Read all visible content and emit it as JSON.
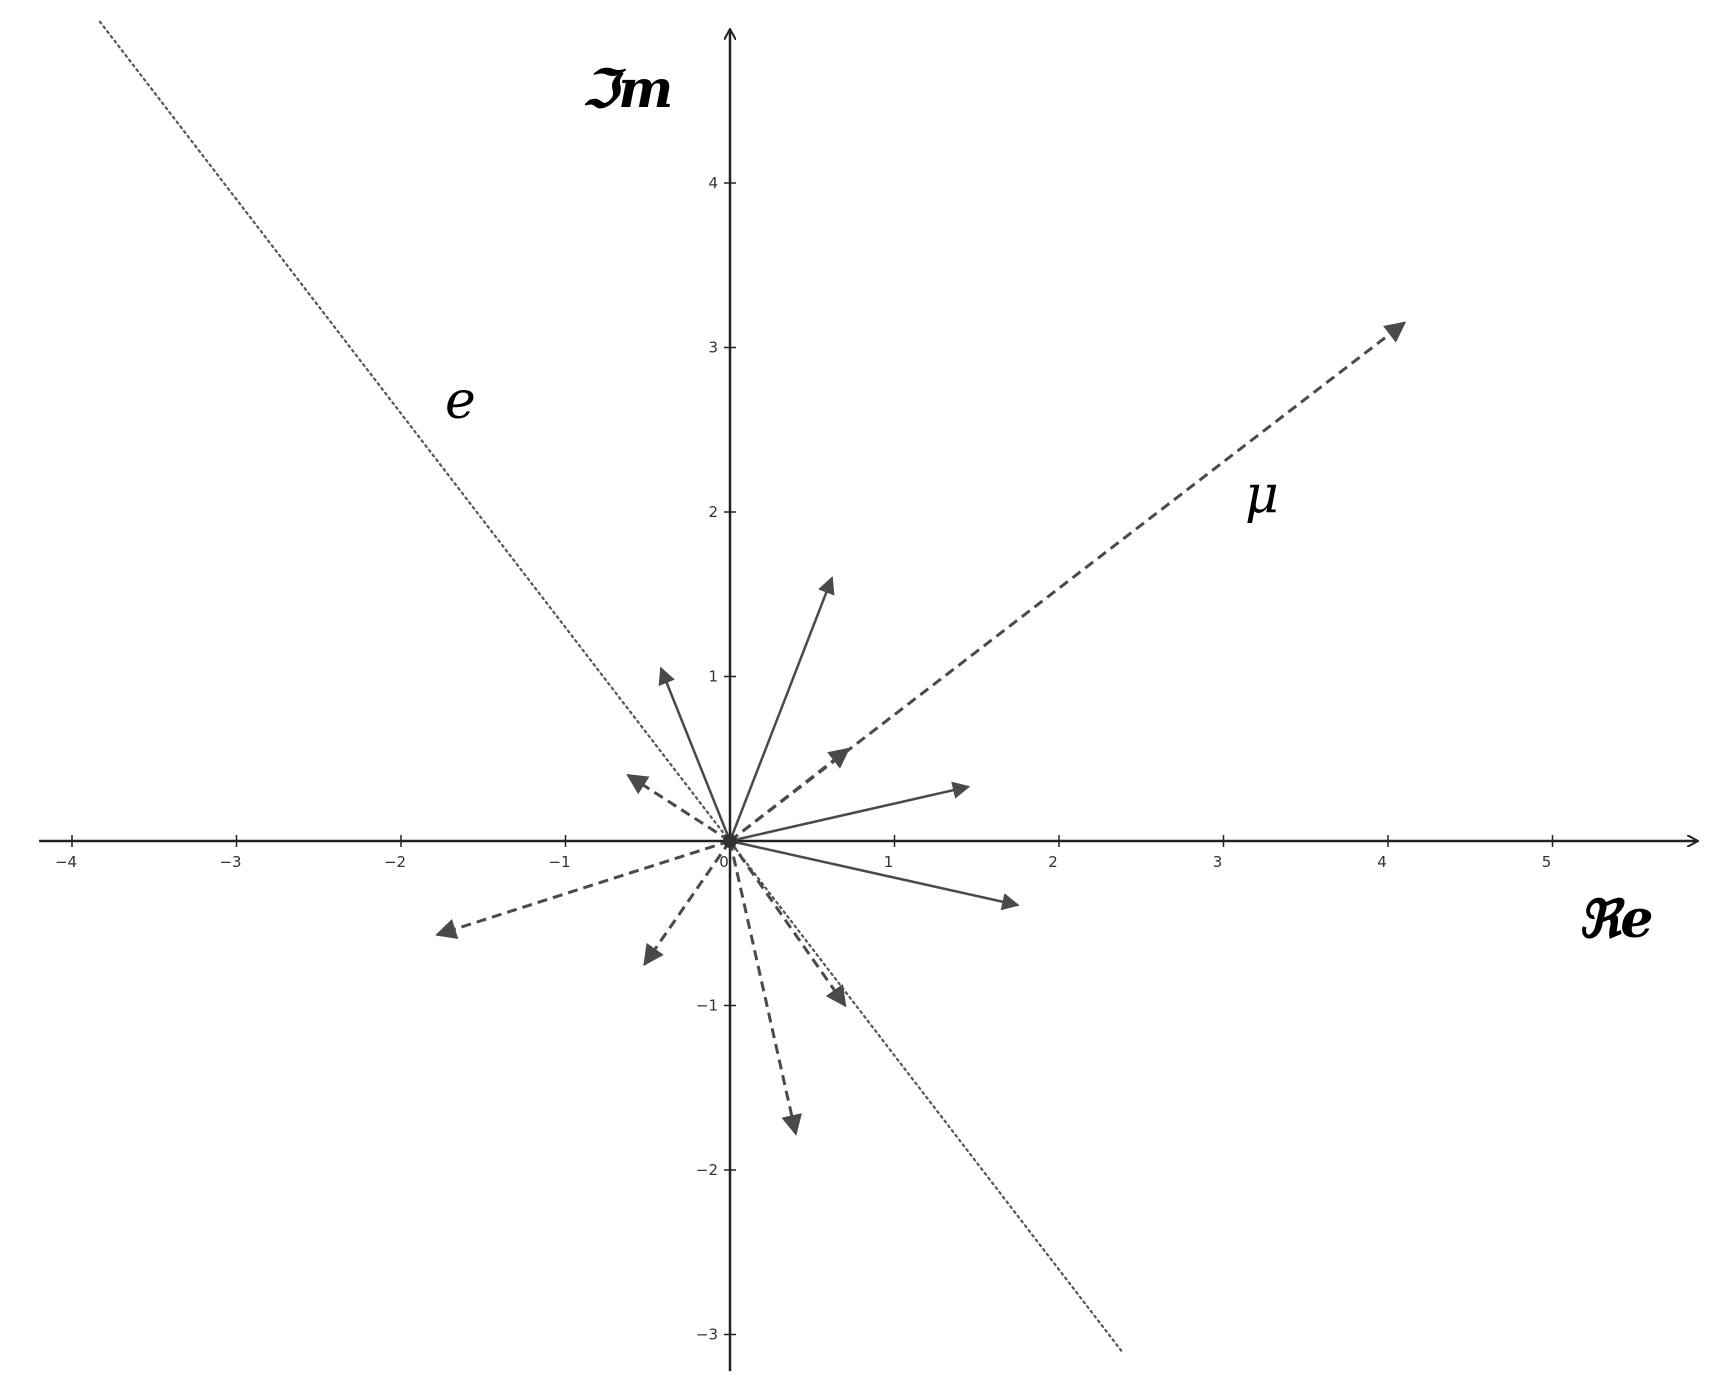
{
  "colors": {
    "axis": "#222222",
    "vector": "#4a4a4a",
    "line_e": "#555555",
    "origin": "#333333"
  },
  "chart_data": {
    "type": "scatter",
    "title": "",
    "xlabel": "ℜe",
    "ylabel": "ℑm",
    "xlim": [
      -4.2,
      5.9
    ],
    "ylim": [
      -3.15,
      4.95
    ],
    "grid": false,
    "x_ticks": [
      -4,
      -3,
      -2,
      -1,
      0,
      1,
      2,
      3,
      4,
      5
    ],
    "y_ticks": [
      -3,
      -2,
      -1,
      1,
      2,
      3,
      4
    ],
    "x_tick_labels": [
      "−4",
      "−3",
      "−2",
      "−1",
      "0",
      "1",
      "2",
      "3",
      "4",
      "5"
    ],
    "y_tick_labels": [
      "−3",
      "−2",
      "−1",
      "1",
      "2",
      "3",
      "4"
    ],
    "origin": [
      0,
      0
    ],
    "solid_vectors": [
      {
        "x": 0.62,
        "y": 1.6
      },
      {
        "x": -0.42,
        "y": 1.05
      },
      {
        "x": 1.45,
        "y": 0.33
      },
      {
        "x": 1.75,
        "y": -0.39
      }
    ],
    "dashed_vectors": [
      {
        "x": 4.1,
        "y": 3.15,
        "label": "μ"
      },
      {
        "x": 0.72,
        "y": 0.56
      },
      {
        "x": -0.62,
        "y": 0.4
      },
      {
        "x": -1.78,
        "y": -0.57
      },
      {
        "x": -0.52,
        "y": -0.75
      },
      {
        "x": 0.7,
        "y": -1.0
      },
      {
        "x": 0.4,
        "y": -1.78
      }
    ],
    "line_e": {
      "points": [
        [
          -3.83,
          4.98
        ],
        [
          2.38,
          -3.1
        ]
      ],
      "style": "dotted",
      "label": "e"
    },
    "labels": {
      "mu": "μ",
      "e": "e"
    }
  }
}
